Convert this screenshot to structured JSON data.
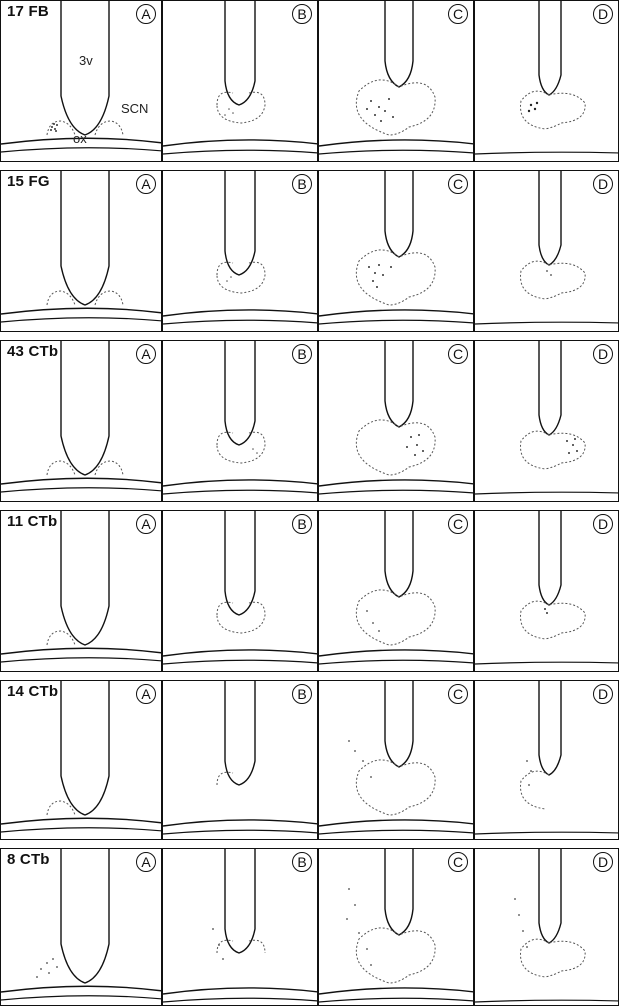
{
  "rows": [
    {
      "case_label": "17 FB",
      "panels": [
        "A",
        "B",
        "C",
        "D"
      ]
    },
    {
      "case_label": "15 FG",
      "panels": [
        "A",
        "B",
        "C",
        "D"
      ]
    },
    {
      "case_label": "43 CTb",
      "panels": [
        "A",
        "B",
        "C",
        "D"
      ]
    },
    {
      "case_label": "11 CTb",
      "panels": [
        "A",
        "B",
        "C",
        "D"
      ]
    },
    {
      "case_label": "14 CTb",
      "panels": [
        "A",
        "B",
        "C",
        "D"
      ]
    },
    {
      "case_label": "8 CTb",
      "panels": [
        "A",
        "B",
        "C",
        "D"
      ]
    }
  ],
  "annotations": {
    "third_ventricle": "3v",
    "scn": "SCN",
    "optic_chiasm": "ox"
  },
  "colors": {
    "line": "#111111",
    "dots": "#333333"
  }
}
